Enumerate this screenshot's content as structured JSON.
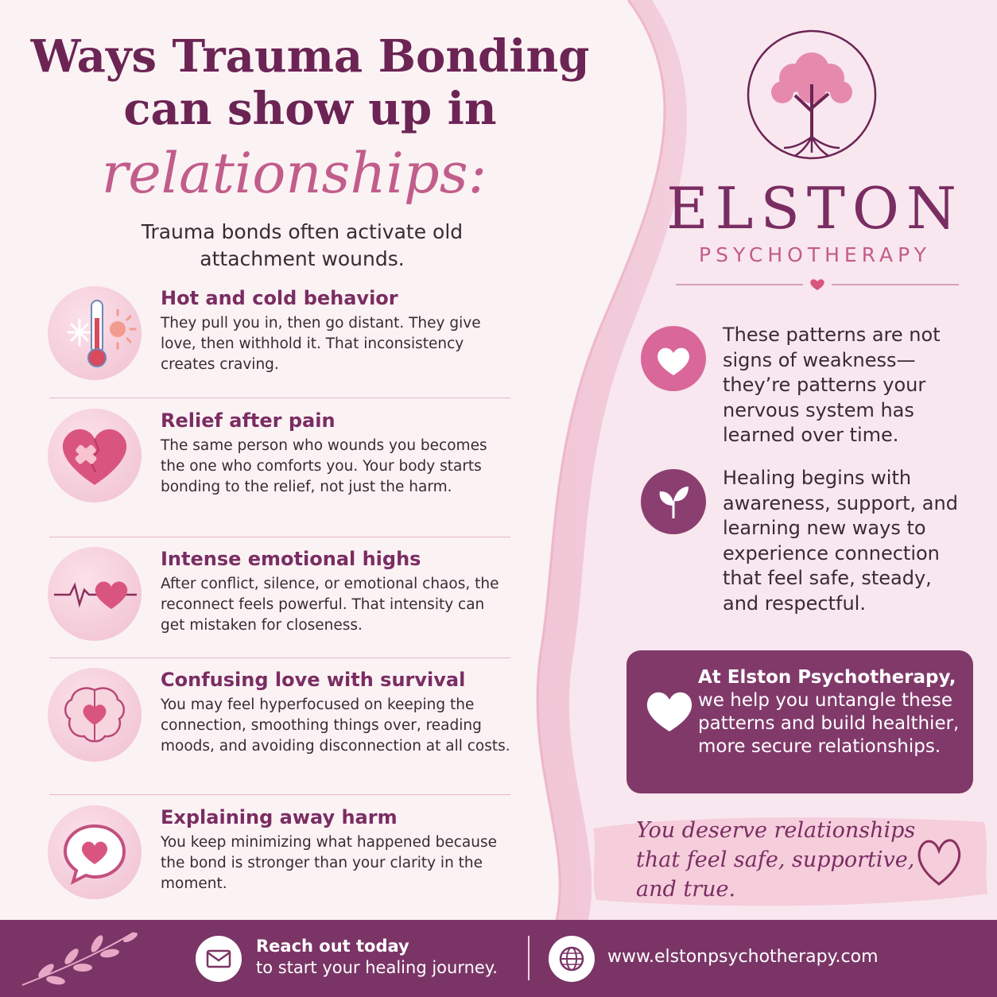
{
  "colors": {
    "plum": "#7a2d62",
    "rose": "#c15d8b",
    "pink_bg": "#fbf2f4",
    "footer": "#7a3566",
    "cta_box": "#81396a"
  },
  "header": {
    "title_line1": "Ways Trauma Bonding",
    "title_line2": "can show up in",
    "script_word": "relationships:",
    "subtitle_line1": "Trauma bonds often activate old",
    "subtitle_line2": "attachment wounds."
  },
  "items": [
    {
      "icon": "thermometer-snowflake-sun-icon",
      "title": "Hot and cold behavior",
      "text": "They pull you in, then go distant. They give love, then withhold it. That inconsistency creates craving."
    },
    {
      "icon": "bandaged-heart-icon",
      "title": "Relief after pain",
      "text": "The same person who wounds you becomes the one who comforts you. Your body starts bonding to the relief, not just the harm."
    },
    {
      "icon": "heartbeat-heart-icon",
      "title": "Intense emotional highs",
      "text": "After conflict, silence, or emotional chaos, the reconnect feels powerful. That intensity can get mistaken for closeness."
    },
    {
      "icon": "brain-heart-icon",
      "title": "Confusing love with survival",
      "text": "You may feel hyperfocused on keeping the connection, smoothing things over, reading moods, and avoiding disconnection at all costs."
    },
    {
      "icon": "speech-bubble-heart-icon",
      "title": "Explaining away harm",
      "text": "You keep minimizing what happened because the bond is stronger than your clarity in the moment."
    }
  ],
  "brand": {
    "logo_icon": "tree-of-life-icon",
    "name": "ELSTON",
    "sub": "PSYCHOTHERAPY"
  },
  "notes": [
    {
      "icon": "heart-icon",
      "text": "These patterns are not signs of weakness— they’re patterns your nervous system has learned over time."
    },
    {
      "icon": "sprout-icon",
      "text": "Healing begins with awareness, support, and learning new ways to experience connection that feel safe, steady, and respectful."
    }
  ],
  "cta_box": {
    "icon": "heart-icon",
    "bold": "At Elston Psychotherapy,",
    "text": "we help you untangle these patterns and build healthier, more secure relationships."
  },
  "quote": {
    "text": "You deserve relationships that feel safe, supportive, and true.",
    "icon": "outline-heart-icon"
  },
  "footer": {
    "mail_icon": "envelope-icon",
    "cta_bold": "Reach out today",
    "cta_text": "to start your healing journey.",
    "globe_icon": "globe-icon",
    "url": "www.elstonpsychotherapy.com"
  }
}
